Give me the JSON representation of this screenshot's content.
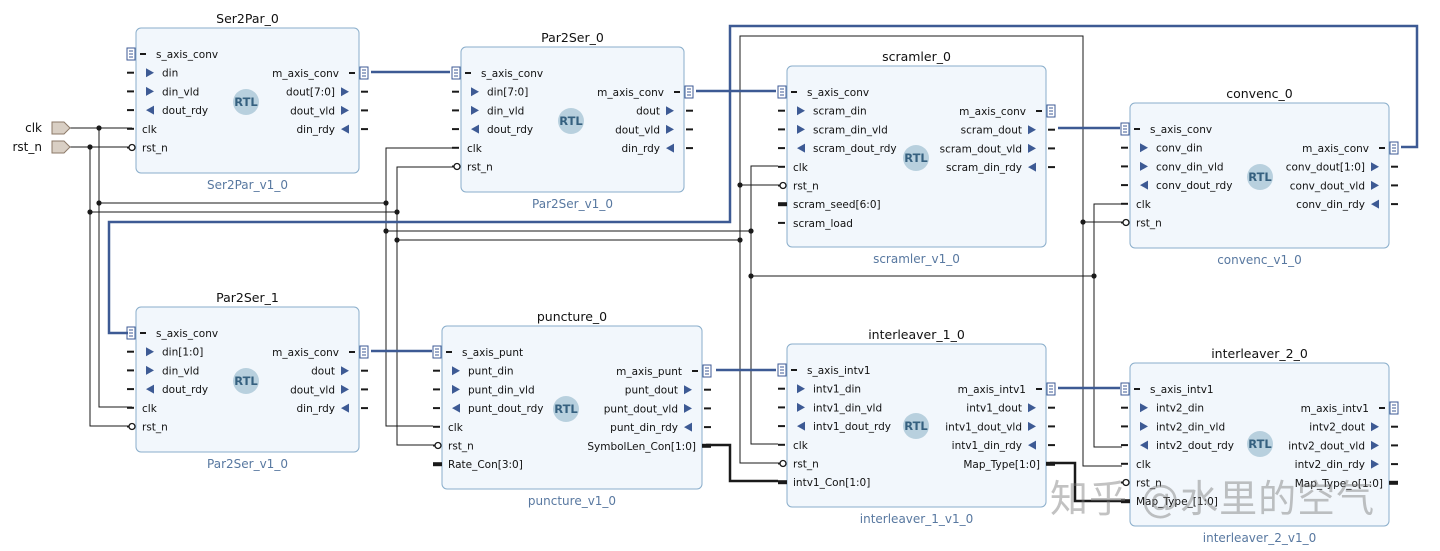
{
  "external_ports": [
    "clk",
    "rst_n"
  ],
  "blocks": [
    {
      "id": "ser2par0",
      "title": "Ser2Par_0",
      "subtitle": "Ser2Par_v1_0",
      "left": [
        {
          "t": "bus",
          "n": "s_axis_conv"
        },
        {
          "t": "in",
          "n": "din"
        },
        {
          "t": "in",
          "n": "din_vld"
        },
        {
          "t": "out",
          "n": "dout_rdy"
        },
        {
          "t": "clk",
          "n": "clk"
        },
        {
          "t": "rst",
          "n": "rst_n"
        }
      ],
      "right": [
        {
          "t": "bus",
          "n": "m_axis_conv"
        },
        {
          "t": "out",
          "n": "dout[7:0]"
        },
        {
          "t": "out",
          "n": "dout_vld"
        },
        {
          "t": "in",
          "n": "din_rdy"
        }
      ]
    },
    {
      "id": "par2ser0",
      "title": "Par2Ser_0",
      "subtitle": "Par2Ser_v1_0",
      "left": [
        {
          "t": "bus",
          "n": "s_axis_conv"
        },
        {
          "t": "in",
          "n": "din[7:0]"
        },
        {
          "t": "in",
          "n": "din_vld"
        },
        {
          "t": "out",
          "n": "dout_rdy"
        },
        {
          "t": "clk",
          "n": "clk"
        },
        {
          "t": "rst",
          "n": "rst_n"
        }
      ],
      "right": [
        {
          "t": "bus",
          "n": "m_axis_conv"
        },
        {
          "t": "out",
          "n": "dout"
        },
        {
          "t": "out",
          "n": "dout_vld"
        },
        {
          "t": "in",
          "n": "din_rdy"
        }
      ]
    },
    {
      "id": "scramler0",
      "title": "scramler_0",
      "subtitle": "scramler_v1_0",
      "left": [
        {
          "t": "bus",
          "n": "s_axis_conv"
        },
        {
          "t": "in",
          "n": "scram_din"
        },
        {
          "t": "in",
          "n": "scram_din_vld"
        },
        {
          "t": "out",
          "n": "scram_dout_rdy"
        },
        {
          "t": "clk",
          "n": "clk"
        },
        {
          "t": "rst",
          "n": "rst_n"
        },
        {
          "t": "vec",
          "n": "scram_seed[6:0]"
        },
        {
          "t": "plain",
          "n": "scram_load"
        }
      ],
      "right": [
        {
          "t": "bus",
          "n": "m_axis_conv"
        },
        {
          "t": "out",
          "n": "scram_dout"
        },
        {
          "t": "out",
          "n": "scram_dout_vld"
        },
        {
          "t": "in",
          "n": "scram_din_rdy"
        }
      ]
    },
    {
      "id": "convenc0",
      "title": "convenc_0",
      "subtitle": "convenc_v1_0",
      "left": [
        {
          "t": "bus",
          "n": "s_axis_conv"
        },
        {
          "t": "in",
          "n": "conv_din"
        },
        {
          "t": "in",
          "n": "conv_din_vld"
        },
        {
          "t": "out",
          "n": "conv_dout_rdy"
        },
        {
          "t": "clk",
          "n": "clk"
        },
        {
          "t": "rst",
          "n": "rst_n"
        }
      ],
      "right": [
        {
          "t": "bus",
          "n": "m_axis_conv"
        },
        {
          "t": "out",
          "n": "conv_dout[1:0]"
        },
        {
          "t": "out",
          "n": "conv_dout_vld"
        },
        {
          "t": "in",
          "n": "conv_din_rdy"
        }
      ]
    },
    {
      "id": "par2ser1",
      "title": "Par2Ser_1",
      "subtitle": "Par2Ser_v1_0",
      "left": [
        {
          "t": "bus",
          "n": "s_axis_conv"
        },
        {
          "t": "in",
          "n": "din[1:0]"
        },
        {
          "t": "in",
          "n": "din_vld"
        },
        {
          "t": "out",
          "n": "dout_rdy"
        },
        {
          "t": "clk",
          "n": "clk"
        },
        {
          "t": "rst",
          "n": "rst_n"
        }
      ],
      "right": [
        {
          "t": "bus",
          "n": "m_axis_conv"
        },
        {
          "t": "out",
          "n": "dout"
        },
        {
          "t": "out",
          "n": "dout_vld"
        },
        {
          "t": "in",
          "n": "din_rdy"
        }
      ]
    },
    {
      "id": "puncture0",
      "title": "puncture_0",
      "subtitle": "puncture_v1_0",
      "left": [
        {
          "t": "bus",
          "n": "s_axis_punt"
        },
        {
          "t": "in",
          "n": "punt_din"
        },
        {
          "t": "in",
          "n": "punt_din_vld"
        },
        {
          "t": "out",
          "n": "punt_dout_rdy"
        },
        {
          "t": "clk",
          "n": "clk"
        },
        {
          "t": "rst",
          "n": "rst_n"
        },
        {
          "t": "vec",
          "n": "Rate_Con[3:0]"
        }
      ],
      "right": [
        {
          "t": "bus",
          "n": "m_axis_punt"
        },
        {
          "t": "out",
          "n": "punt_dout"
        },
        {
          "t": "out",
          "n": "punt_dout_vld"
        },
        {
          "t": "in",
          "n": "punt_din_rdy"
        },
        {
          "t": "vecout",
          "n": "SymbolLen_Con[1:0]"
        }
      ]
    },
    {
      "id": "interleaver1",
      "title": "interleaver_1_0",
      "subtitle": "interleaver_1_v1_0",
      "left": [
        {
          "t": "bus",
          "n": "s_axis_intv1"
        },
        {
          "t": "in",
          "n": "intv1_din"
        },
        {
          "t": "in",
          "n": "intv1_din_vld"
        },
        {
          "t": "out",
          "n": "intv1_dout_rdy"
        },
        {
          "t": "clk",
          "n": "clk"
        },
        {
          "t": "rst",
          "n": "rst_n"
        },
        {
          "t": "vec",
          "n": "intv1_Con[1:0]"
        }
      ],
      "right": [
        {
          "t": "bus",
          "n": "m_axis_intv1"
        },
        {
          "t": "out",
          "n": "intv1_dout"
        },
        {
          "t": "out",
          "n": "intv1_dout_vld"
        },
        {
          "t": "in",
          "n": "intv1_din_rdy"
        },
        {
          "t": "vecout",
          "n": "Map_Type[1:0]"
        }
      ]
    },
    {
      "id": "interleaver2",
      "title": "interleaver_2_0",
      "subtitle": "interleaver_2_v1_0",
      "left": [
        {
          "t": "bus",
          "n": "s_axis_intv1"
        },
        {
          "t": "in",
          "n": "intv2_din"
        },
        {
          "t": "in",
          "n": "intv2_din_vld"
        },
        {
          "t": "out",
          "n": "intv2_dout_rdy"
        },
        {
          "t": "clk",
          "n": "clk"
        },
        {
          "t": "rst",
          "n": "rst_n"
        },
        {
          "t": "vec",
          "n": "Map_Type_[1:0]"
        }
      ],
      "right": [
        {
          "t": "bus",
          "n": "m_axis_intv1"
        },
        {
          "t": "out",
          "n": "intv2_dout"
        },
        {
          "t": "out",
          "n": "intv2_dout_vld"
        },
        {
          "t": "out",
          "n": "intv2_din_rdy"
        },
        {
          "t": "vecout",
          "n": "Map_Type_o[1:0]"
        }
      ]
    }
  ],
  "rtl_label": "RTL",
  "watermark": "知乎 @水里的空气"
}
